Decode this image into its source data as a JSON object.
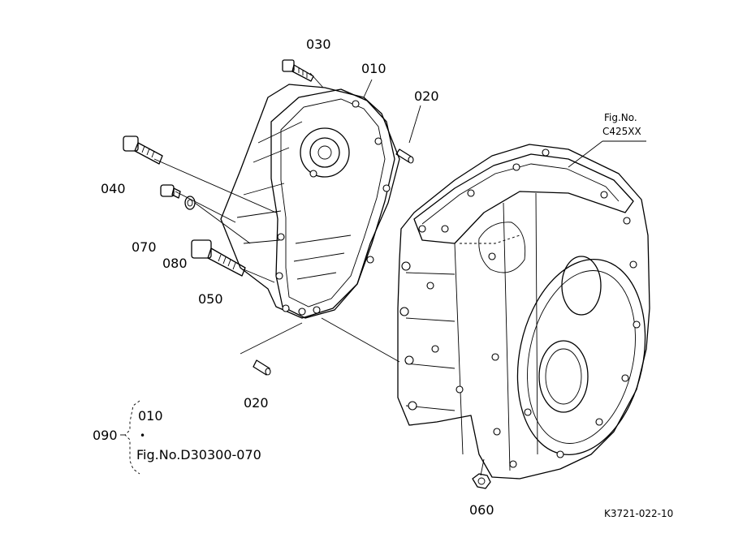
{
  "labels": {
    "p030": "030",
    "p010": "010",
    "p020_top": "020",
    "p040": "040",
    "p070": "070",
    "p080": "080",
    "p050": "050",
    "p020_bottom": "020",
    "p060": "060",
    "p090": "090"
  },
  "group": {
    "item": "010",
    "bullet": "•",
    "ref": "Fig.No.D30300-070"
  },
  "figref": {
    "line1": "Fig.No.",
    "line2": "C425XX"
  },
  "drawing_code": "K3721-022-10"
}
